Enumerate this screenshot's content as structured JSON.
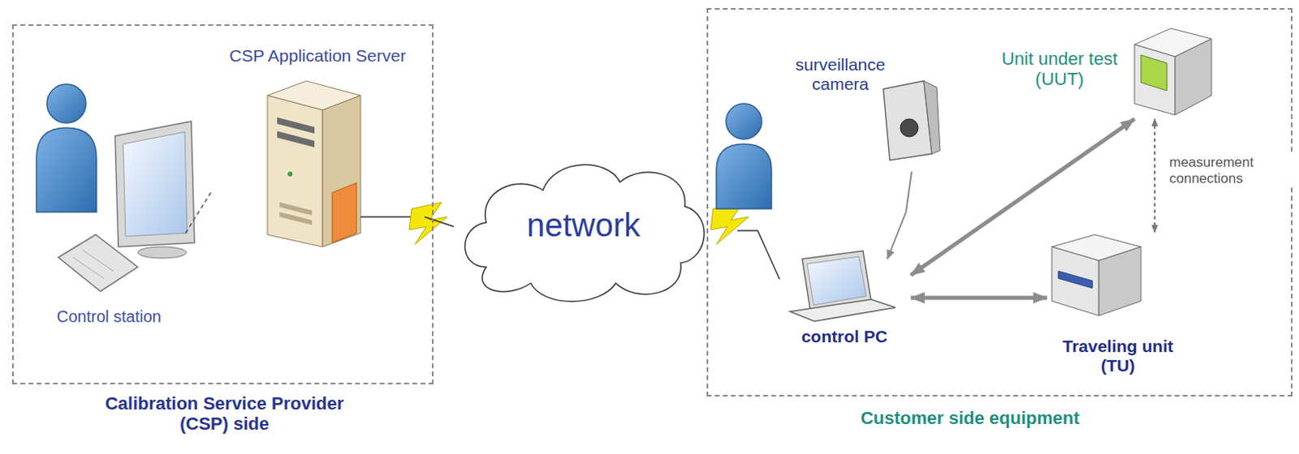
{
  "diagram": {
    "nodes": [
      {
        "text": [
          "Calibration Service Provider (CSP) side"
        ]
      },
      {
        "text": [
          "CSP Application Server"
        ],
        "in": 0
      },
      {
        "text": [
          "Control station"
        ],
        "in": 0
      },
      {
        "text": [
          "network"
        ]
      },
      {
        "text": [
          "Customer side equipment"
        ]
      },
      {
        "text": [
          "surveillance camera"
        ],
        "in": 4
      },
      {
        "text": [
          "Unit under test (UUT)"
        ],
        "in": 4
      },
      {
        "text": [
          "control PC"
        ],
        "in": 4
      },
      {
        "text": [
          "Traveling unit (TU)"
        ],
        "in": 4
      }
    ],
    "edges": [
      {
        "from": 2,
        "to": 1,
        "arrow": "none"
      },
      {
        "from": 1,
        "to": 3,
        "arrow": "none"
      },
      {
        "from": 3,
        "to": 7,
        "arrow": "none"
      },
      {
        "from": 5,
        "to": 7,
        "arrow": "to"
      },
      {
        "from": 7,
        "to": 6,
        "arrow": "both"
      },
      {
        "from": 7,
        "to": 8,
        "arrow": "both"
      },
      {
        "from": 8,
        "to": 6,
        "arrow": "both",
        "label": "measurement connections"
      }
    ]
  }
}
